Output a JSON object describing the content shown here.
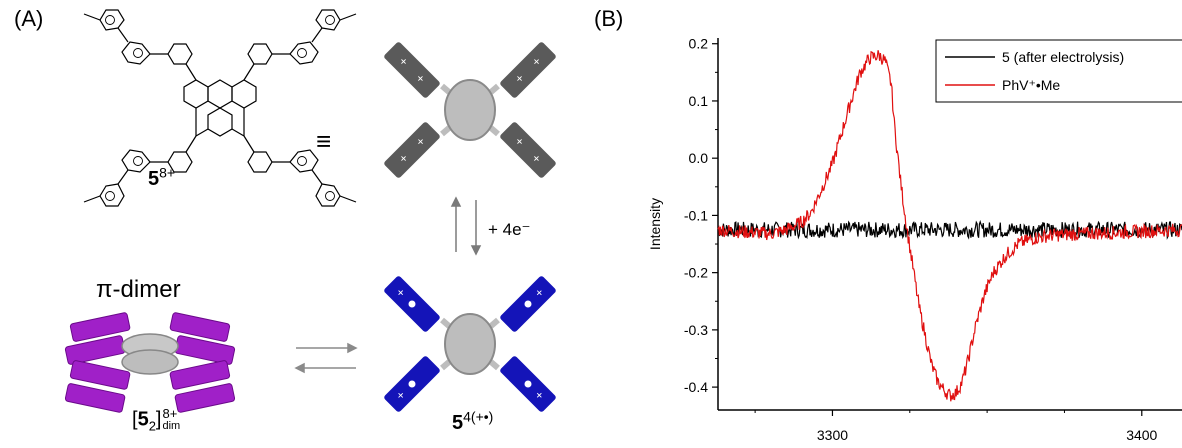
{
  "panel_a": {
    "label": "(A)",
    "compound_main": "5",
    "compound_charge": "8+",
    "equiv_symbol": "≡",
    "reduction_label": "+ 4e⁻",
    "dimer_title": "π-dimer",
    "dimer_formula_main": "5",
    "dimer_formula_subscript": "2",
    "dimer_charge": "8+",
    "dimer_sub": "dim",
    "radical_main": "5",
    "radical_charge": "4(+•)",
    "plus_sign": "+",
    "colors": {
      "arm_dark": "#5a5a5a",
      "arm_blue": "#1414b8",
      "arm_purple": "#a020c8",
      "core": "#bdbdbd"
    }
  },
  "panel_b": {
    "label": "(B)",
    "chart_data": {
      "type": "line",
      "ylabel": "Intensity",
      "xlabel": "",
      "xlim": [
        3263,
        3413
      ],
      "ylim": [
        -0.44,
        0.21
      ],
      "xticks": [
        3300,
        3400
      ],
      "yticks": [
        -0.4,
        -0.3,
        -0.2,
        -0.1,
        0.0,
        0.1,
        0.2
      ],
      "ytick_labels": [
        "-0.4",
        "-0.3",
        "-0.2",
        "-0.1",
        "0.0",
        "0.1",
        "0.2"
      ],
      "legend_position": "top-right",
      "series": [
        {
          "name": "5 (after electrolysis)",
          "color": "#000000",
          "x": [
            3263,
            3413
          ],
          "y": [
            -0.125,
            -0.125
          ],
          "noise": 0.014
        },
        {
          "name": "PhV⁺•Me",
          "color": "#e01010",
          "x": [
            3263,
            3270,
            3280,
            3285,
            3290,
            3293,
            3296,
            3300,
            3303,
            3306,
            3309,
            3312,
            3315,
            3317,
            3319,
            3320,
            3322,
            3324,
            3326,
            3328,
            3330,
            3332,
            3334,
            3336,
            3338,
            3340,
            3342,
            3344,
            3346,
            3349,
            3352,
            3356,
            3360,
            3365,
            3370,
            3380,
            3390,
            3400,
            3413
          ],
          "y": [
            -0.125,
            -0.128,
            -0.132,
            -0.125,
            -0.112,
            -0.095,
            -0.06,
            -0.01,
            0.045,
            0.1,
            0.15,
            0.175,
            0.18,
            0.17,
            0.13,
            0.06,
            -0.04,
            -0.12,
            -0.19,
            -0.26,
            -0.31,
            -0.36,
            -0.39,
            -0.405,
            -0.415,
            -0.41,
            -0.39,
            -0.35,
            -0.3,
            -0.24,
            -0.2,
            -0.17,
            -0.15,
            -0.14,
            -0.135,
            -0.132,
            -0.13,
            -0.128,
            -0.125
          ],
          "noise": 0.012
        }
      ]
    }
  }
}
